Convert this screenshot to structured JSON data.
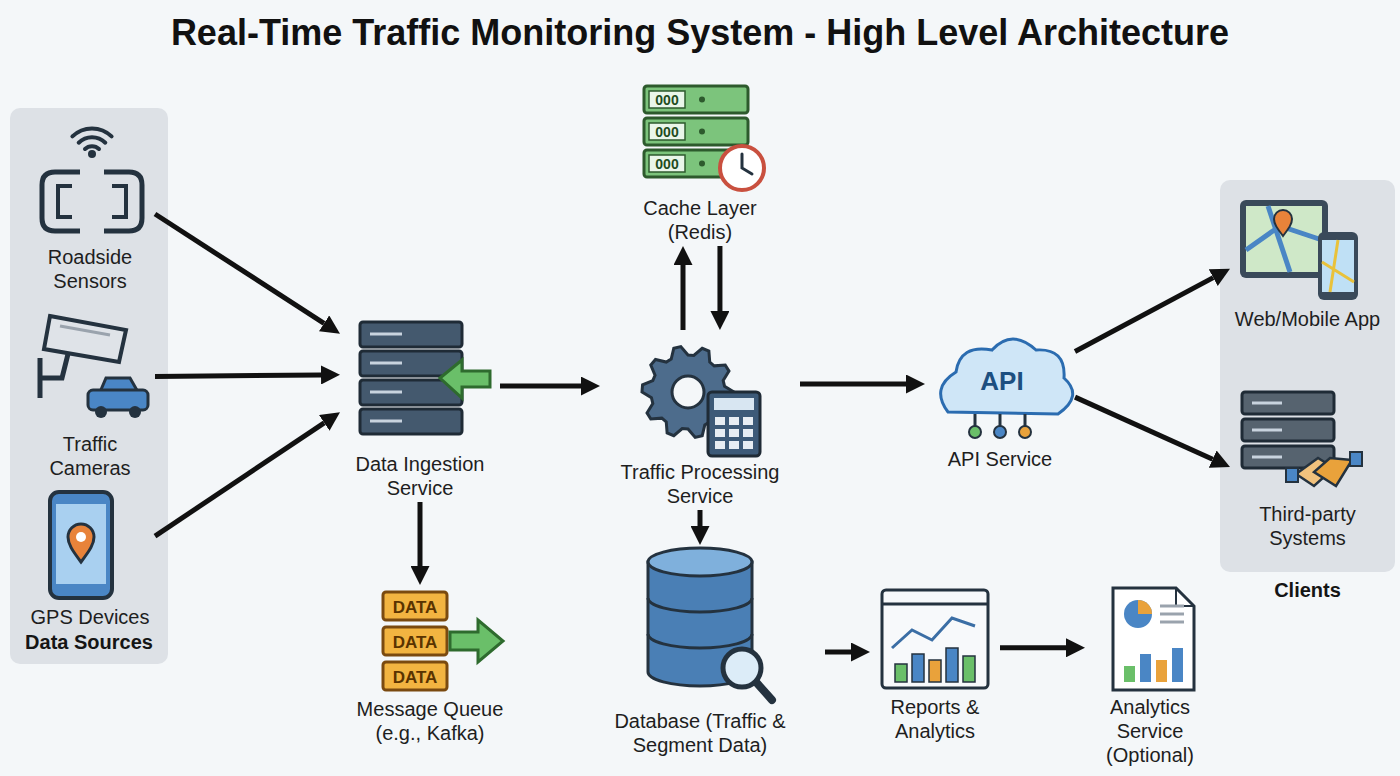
{
  "diagram": {
    "title": "Real-Time Traffic Monitoring System - High Level Architecture",
    "nodes": [
      {
        "text": [
          "Data Sources"
        ]
      },
      {
        "text": [
          "Roadside Sensors"
        ],
        "in": 0
      },
      {
        "text": [
          "Traffic Cameras"
        ],
        "in": 0
      },
      {
        "text": [
          "GPS Devices"
        ],
        "in": 0
      },
      {
        "text": [
          "Data Ingestion Service"
        ]
      },
      {
        "text": [
          "Message Queue (e.g., Kafka)"
        ]
      },
      {
        "text": [
          "Cache Layer (Redis)"
        ]
      },
      {
        "text": [
          "Traffic Processing Service"
        ]
      },
      {
        "text": [
          "Database (Traffic & Segment Data)"
        ]
      },
      {
        "text": [
          "Reports & Analytics"
        ]
      },
      {
        "text": [
          "Analytics Service (Optional)"
        ]
      },
      {
        "text": [
          "API Service"
        ]
      },
      {
        "text": [
          "Clients"
        ]
      },
      {
        "text": [
          "Web/Mobile App"
        ],
        "in": 12
      },
      {
        "text": [
          "Third-party Systems"
        ],
        "in": 12
      }
    ],
    "edges": [
      {
        "from": 1,
        "to": 4,
        "arrow": "to"
      },
      {
        "from": 2,
        "to": 4,
        "arrow": "to"
      },
      {
        "from": 3,
        "to": 4,
        "arrow": "to"
      },
      {
        "from": 4,
        "to": 5,
        "arrow": "to"
      },
      {
        "from": 4,
        "to": 7,
        "arrow": "to"
      },
      {
        "from": 7,
        "to": 6,
        "arrow": "to"
      },
      {
        "from": 6,
        "to": 7,
        "arrow": "to"
      },
      {
        "from": 7,
        "to": 8,
        "arrow": "to"
      },
      {
        "from": 7,
        "to": 11,
        "arrow": "to"
      },
      {
        "from": 8,
        "to": 9,
        "arrow": "to"
      },
      {
        "from": 9,
        "to": 10,
        "arrow": "to"
      },
      {
        "from": 11,
        "to": 13,
        "arrow": "to"
      },
      {
        "from": 11,
        "to": 14,
        "arrow": "to"
      }
    ],
    "labels": [
      "000",
      "000",
      "000",
      "DATA",
      "DATA",
      "DATA",
      "API"
    ]
  }
}
